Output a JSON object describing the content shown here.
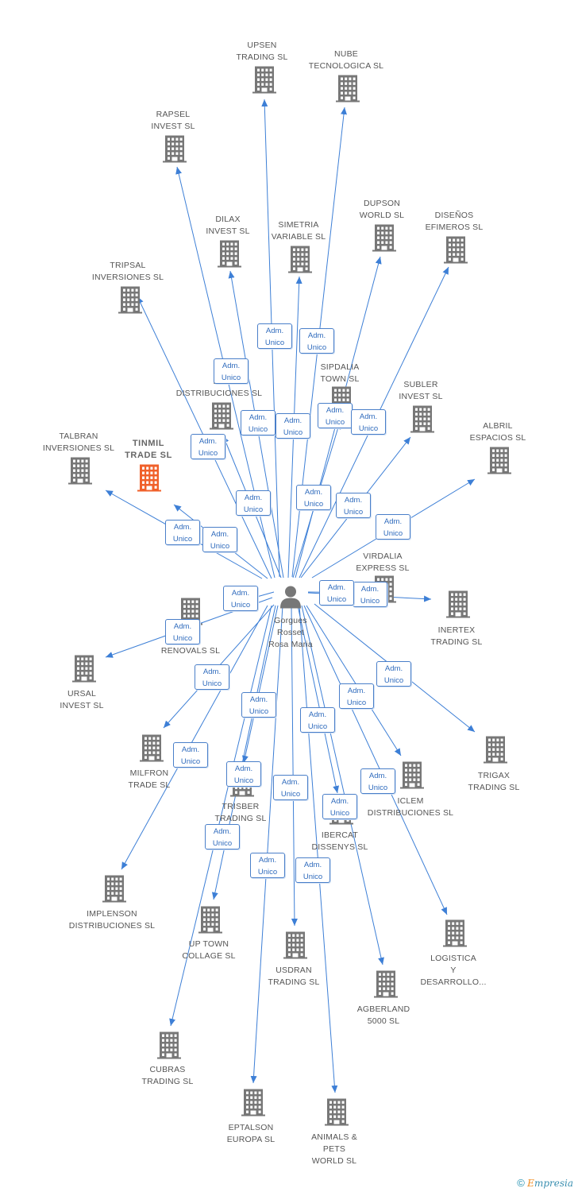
{
  "colors": {
    "edge": "#3d7fd6",
    "building": "#777777",
    "building_main": "#f0602a",
    "person": "#777777",
    "badge_border": "#4a7fc9",
    "badge_text": "#2f6bbd"
  },
  "center": {
    "name": "Gorgues\nRosset\nRosa Maria",
    "icon": "person-icon"
  },
  "main_company": {
    "name": "TINMIL\nTRADE  SL",
    "icon": "building-icon"
  },
  "companies": [
    {
      "id": "upsen",
      "name": "UPSEN\nTRADING SL"
    },
    {
      "id": "nube",
      "name": "NUBE\nTECNOLOGICA SL"
    },
    {
      "id": "rapsel",
      "name": "RAPSEL\nINVEST SL"
    },
    {
      "id": "dupson",
      "name": "DUPSON\nWORLD SL"
    },
    {
      "id": "disenos",
      "name": "DISEÑOS\nEFIMEROS SL"
    },
    {
      "id": "dilax",
      "name": "DILAX\nINVEST SL"
    },
    {
      "id": "simetria",
      "name": "SIMETRIA\nVARIABLE SL"
    },
    {
      "id": "tripsal",
      "name": "TRIPSAL\nINVERSIONES SL"
    },
    {
      "id": "sipdalia",
      "name": "SIPDALIA\nTOWN SL"
    },
    {
      "id": "er",
      "name": "ER\nDISTRIBUCIONES SL"
    },
    {
      "id": "subler",
      "name": "SUBLER\nINVEST SL"
    },
    {
      "id": "albril",
      "name": "ALBRIL\nESPACIOS SL"
    },
    {
      "id": "talbran",
      "name": "TALBRAN\nINVERSIONES SL"
    },
    {
      "id": "virdalia",
      "name": "VIRDALIA\nEXPRESS SL"
    },
    {
      "id": "inertex",
      "name": "INERTEX\nTRADING SL"
    },
    {
      "id": "renovals",
      "name": "T\nRENOVALS SL"
    },
    {
      "id": "ursal",
      "name": "URSAL\nINVEST SL"
    },
    {
      "id": "trigax",
      "name": "TRIGAX\nTRADING SL"
    },
    {
      "id": "milfron",
      "name": "MILFRON\nTRADE SL"
    },
    {
      "id": "iclem",
      "name": "ICLEM\nDISTRIBUCIONES SL"
    },
    {
      "id": "trisber",
      "name": "TRISBER\nTRADING SL"
    },
    {
      "id": "ibercat",
      "name": "IBERCAT\nDISSENYS SL"
    },
    {
      "id": "implenson",
      "name": "IMPLENSON\nDISTRIBUCIONES SL"
    },
    {
      "id": "uptown",
      "name": "UP TOWN\nCOLLAGE SL"
    },
    {
      "id": "logistica",
      "name": "LOGISTICA\nY\nDESARROLLO..."
    },
    {
      "id": "usdran",
      "name": "USDRAN\nTRADING SL"
    },
    {
      "id": "agberland",
      "name": "AGBERLAND\n5000 SL"
    },
    {
      "id": "cubras",
      "name": "CUBRAS\nTRADING SL"
    },
    {
      "id": "eptalson",
      "name": "EPTALSON\nEUROPA SL"
    },
    {
      "id": "animals",
      "name": "ANIMALS &\nPETS\nWORLD SL"
    }
  ],
  "relation": {
    "line1": "Adm.",
    "line2": "Unico"
  },
  "footer": {
    "copyright": "©",
    "brand_first": "E",
    "brand_rest": "mpresia"
  }
}
